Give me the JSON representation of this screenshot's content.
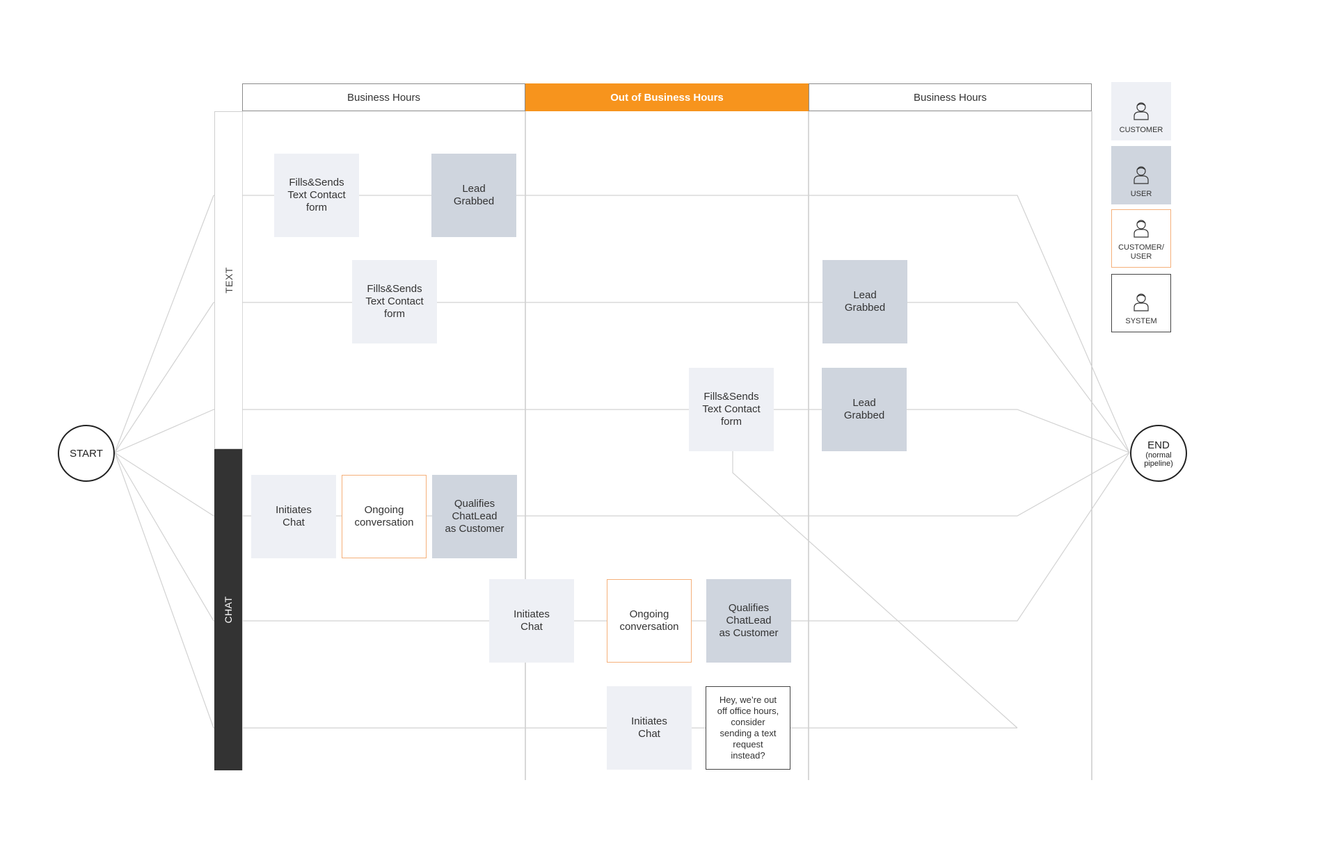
{
  "columns": [
    "Business Hours",
    "Out of Business Hours",
    "Business Hours"
  ],
  "lanes": {
    "text": "TEXT",
    "chat": "CHAT"
  },
  "start": {
    "label": "START"
  },
  "end": {
    "label": "END",
    "sublabel": "(normal\npipeline)"
  },
  "legend": [
    {
      "label": "CUSTOMER",
      "type": "customer",
      "icon": "person-icon"
    },
    {
      "label": "USER",
      "type": "user",
      "icon": "person-icon"
    },
    {
      "label": "CUSTOMER/\nUSER",
      "type": "customer-user",
      "icon": "person-icon"
    },
    {
      "label": "SYSTEM",
      "type": "system",
      "icon": "person-icon"
    }
  ],
  "boxes": {
    "r1_fills": "Fills&Sends\nText Contact\nform",
    "r1_lead": "Lead\nGrabbed",
    "r2_fills": "Fills&Sends\nText Contact\nform",
    "r2_lead": "Lead\nGrabbed",
    "r3_fills": "Fills&Sends\nText Contact\nform",
    "r3_lead": "Lead\nGrabbed",
    "r4_initiates": "Initiates\nChat",
    "r4_ongoing": "Ongoing\nconversation",
    "r4_qualifies": "Qualifies\nChatLead\nas Customer",
    "r5_initiates": "Initiates\nChat",
    "r5_ongoing": "Ongoing\nconversation",
    "r5_qualifies": "Qualifies\nChatLead\nas Customer",
    "r6_initiates": "Initiates\nChat",
    "r6_message": "Hey, we’re out\noff office hours,\nconsider\nsending a text\nrequest\ninstead?"
  },
  "colors": {
    "accent": "#f7941d",
    "customer": "#eef0f5",
    "user": "#cfd5de",
    "customer_user_border": "#f5b07a",
    "chat_lane": "#333333"
  }
}
